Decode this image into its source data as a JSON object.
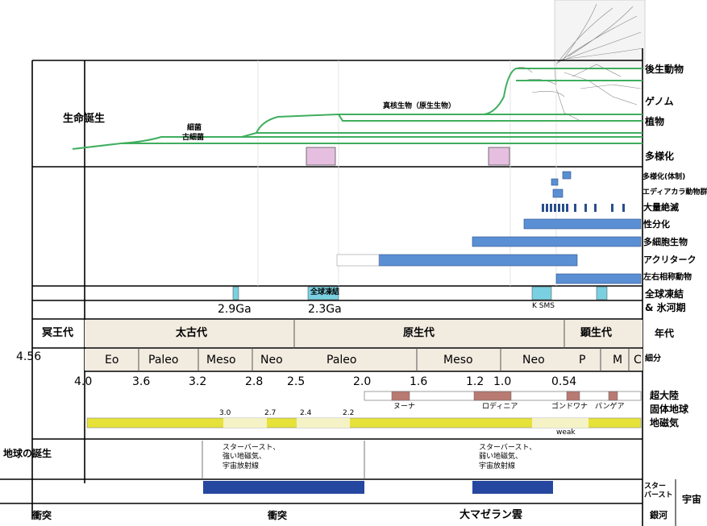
{
  "life": {
    "origin_of_life": "生命誕生",
    "bacteria": "細菌",
    "archaea": "古細菌",
    "eukaryote": "真核生物（原生生物）"
  },
  "right_labels": {
    "animals": "後生動物",
    "genome": "ゲノム",
    "plants": "植物",
    "diversification": "多様化",
    "diversification_body_plan": "多様化(体制)",
    "ediacara": "エディアカラ動物群",
    "mass_extinction": "大量絶滅",
    "sexual_reproduction": "性分化",
    "multicellular": "多細胞生物",
    "acritarch": "アクリターク",
    "bilateria": "左右相称動物",
    "snowball_earth": "全球凍結",
    "glacial_period": "& 氷河期",
    "era": "年代",
    "detail": "細分",
    "supercontinent": "超大陸",
    "solid_earth": "固体地球",
    "geomagnetism": "地磁気",
    "starburst": "スター バースト",
    "universe": "宇宙",
    "galaxy": "銀河"
  },
  "glaciation": {
    "label_global": "全球凍結",
    "label_ksms": "K SMS",
    "age_29": "2.9Ga",
    "age_23": "2.3Ga"
  },
  "eras": {
    "hadean": "冥王代",
    "archean": "太古代",
    "proterozoic": "原生代",
    "phanerozoic": "顕生代",
    "start_age": "4.56"
  },
  "subdivisions": [
    "Eo",
    "Paleo",
    "Meso",
    "Neo",
    "Paleo",
    "Meso",
    "Neo",
    "P",
    "M",
    "C"
  ],
  "scale": [
    "4.0",
    "3.6",
    "3.2",
    "2.8",
    "2.5",
    "2.0",
    "1.6",
    "1.2",
    "1.0",
    "0.54"
  ],
  "supercontinents": {
    "nuna": "ヌーナ",
    "rodinia": "ロディニア",
    "gondwana": "ゴンドワナ",
    "pangaea": "パンゲア"
  },
  "magnetic_ticks": [
    "3.0",
    "2.7",
    "2.4",
    "2.2"
  ],
  "magnetic_weak": "weak",
  "earth": {
    "birth": "地球の誕生",
    "starburst_note_1": "スターバースト、\n強い地磁気、\n宇宙放射線",
    "starburst_note_2": "スターバースト、\n弱い地磁気、\n宇宙放射線"
  },
  "bottom": {
    "impact_left": "衝突",
    "impact_mid": "衝突",
    "magellanic": "大マゼラン雲"
  },
  "colors": {
    "green": "#3fae5e",
    "blue": "#5b8fd4",
    "navy": "#2547a0",
    "pink": "#e6bfe0",
    "yellow": "#e6e23a",
    "pale_yellow": "#f5f2c6",
    "beige": "#f2ebe0",
    "brown": "#b87a72",
    "cyan": "#7ad0e0"
  }
}
